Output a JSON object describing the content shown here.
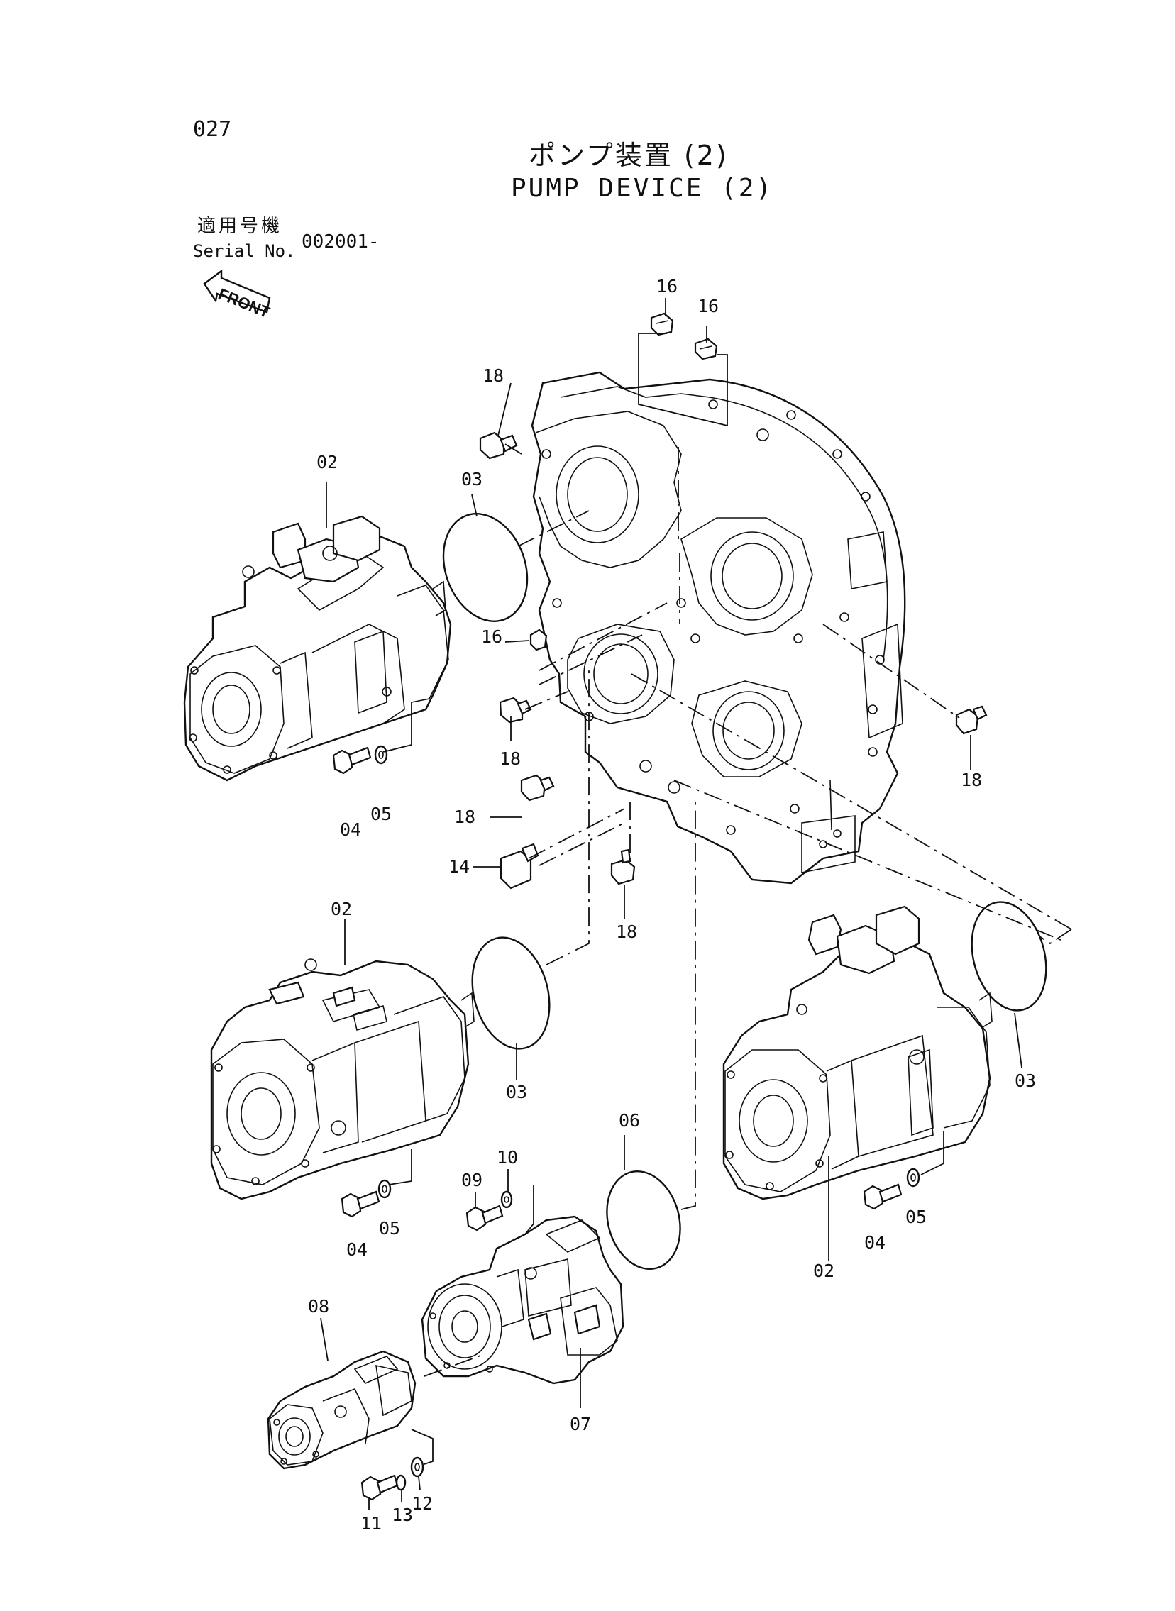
{
  "page": {
    "number": "027",
    "title_jp": "ポンプ装置 (2)",
    "title_en": "PUMP DEVICE (2)",
    "serial_label_jp": "適用号機",
    "serial_label_en": "Serial No.",
    "serial_value": "002001-",
    "front_label": "FRONT"
  },
  "callouts": {
    "c16a": "16",
    "c16b": "16",
    "c16c": "16",
    "c18a": "18",
    "c18b": "18",
    "c18c": "18",
    "c18d": "18",
    "c18e": "18",
    "c14": "14",
    "c02a": "02",
    "c02b": "02",
    "c02c": "02",
    "c03a": "03",
    "c03b": "03",
    "c03c": "03",
    "c04a": "04",
    "c04b": "04",
    "c04c": "04",
    "c05a": "05",
    "c05b": "05",
    "c05c": "05",
    "c06": "06",
    "c07": "07",
    "c08": "08",
    "c09": "09",
    "c10": "10",
    "c11": "11",
    "c12": "12",
    "c13": "13"
  }
}
